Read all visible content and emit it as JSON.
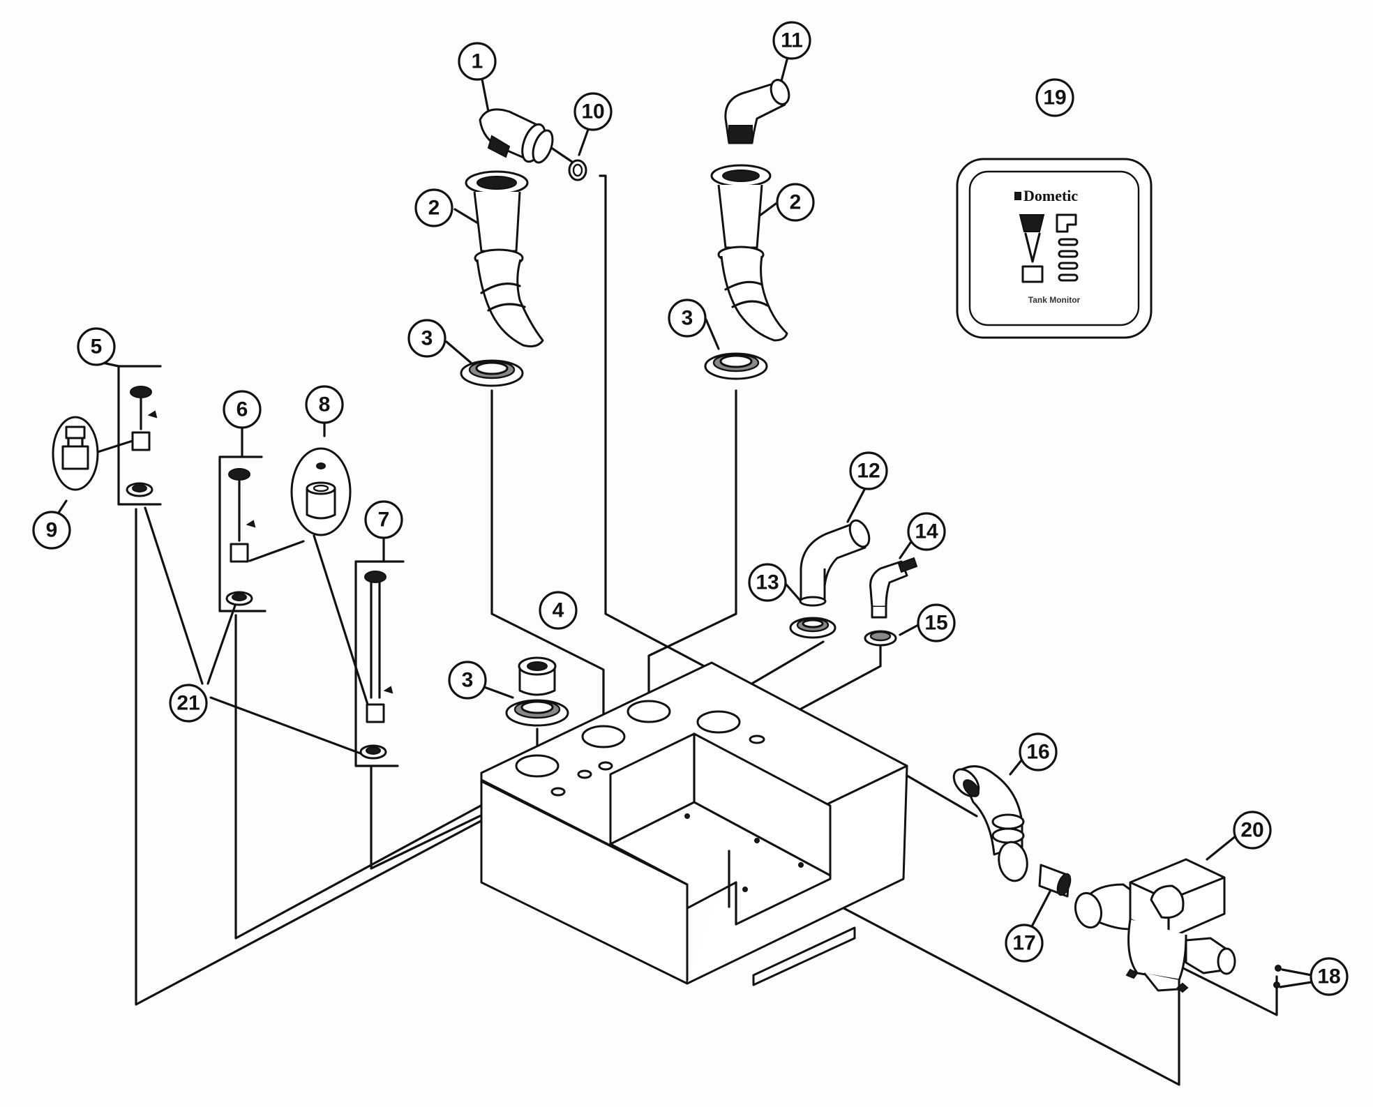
{
  "callouts": [
    {
      "id": "c1",
      "label": "1"
    },
    {
      "id": "c2a",
      "label": "2"
    },
    {
      "id": "c2b",
      "label": "2"
    },
    {
      "id": "c3a",
      "label": "3"
    },
    {
      "id": "c3b",
      "label": "3"
    },
    {
      "id": "c3c",
      "label": "3"
    },
    {
      "id": "c4",
      "label": "4"
    },
    {
      "id": "c5",
      "label": "5"
    },
    {
      "id": "c6",
      "label": "6"
    },
    {
      "id": "c7",
      "label": "7"
    },
    {
      "id": "c8",
      "label": "8"
    },
    {
      "id": "c9",
      "label": "9"
    },
    {
      "id": "c10",
      "label": "10"
    },
    {
      "id": "c11",
      "label": "11"
    },
    {
      "id": "c12",
      "label": "12"
    },
    {
      "id": "c13",
      "label": "13"
    },
    {
      "id": "c14",
      "label": "14"
    },
    {
      "id": "c15",
      "label": "15"
    },
    {
      "id": "c16",
      "label": "16"
    },
    {
      "id": "c17",
      "label": "17"
    },
    {
      "id": "c18",
      "label": "18"
    },
    {
      "id": "c19",
      "label": "19"
    },
    {
      "id": "c20",
      "label": "20"
    },
    {
      "id": "c21",
      "label": "21"
    }
  ],
  "panel": {
    "brand": "Dometic",
    "caption": "Tank Monitor"
  }
}
